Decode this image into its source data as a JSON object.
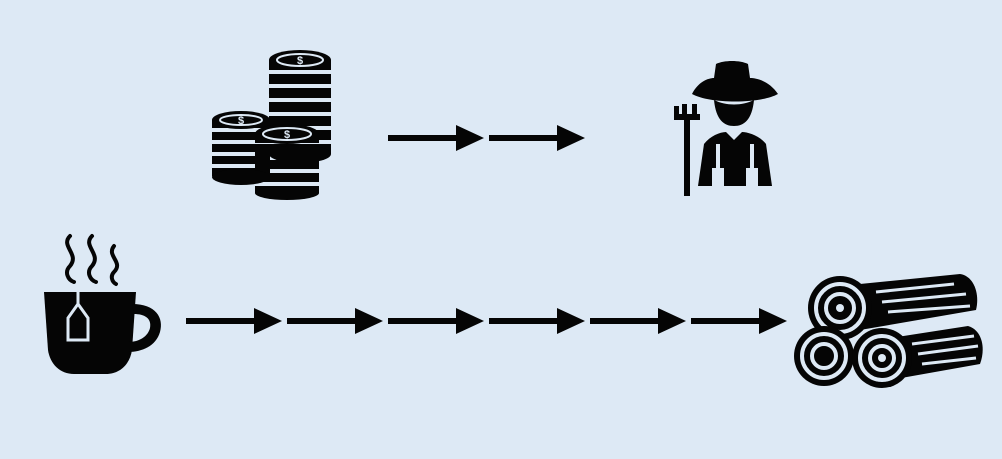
{
  "colors": {
    "background": "#dde9f5",
    "foreground": "#050505"
  },
  "diagram": {
    "rows": [
      {
        "name": "row-coins-to-farmer",
        "source_icon": "coin-stack-icon",
        "target_icon": "farmer-icon",
        "arrow_count": 2
      },
      {
        "name": "row-tea-to-logs",
        "source_icon": "hot-tea-cup-icon",
        "target_icon": "firewood-logs-icon",
        "arrow_count": 6
      }
    ]
  }
}
